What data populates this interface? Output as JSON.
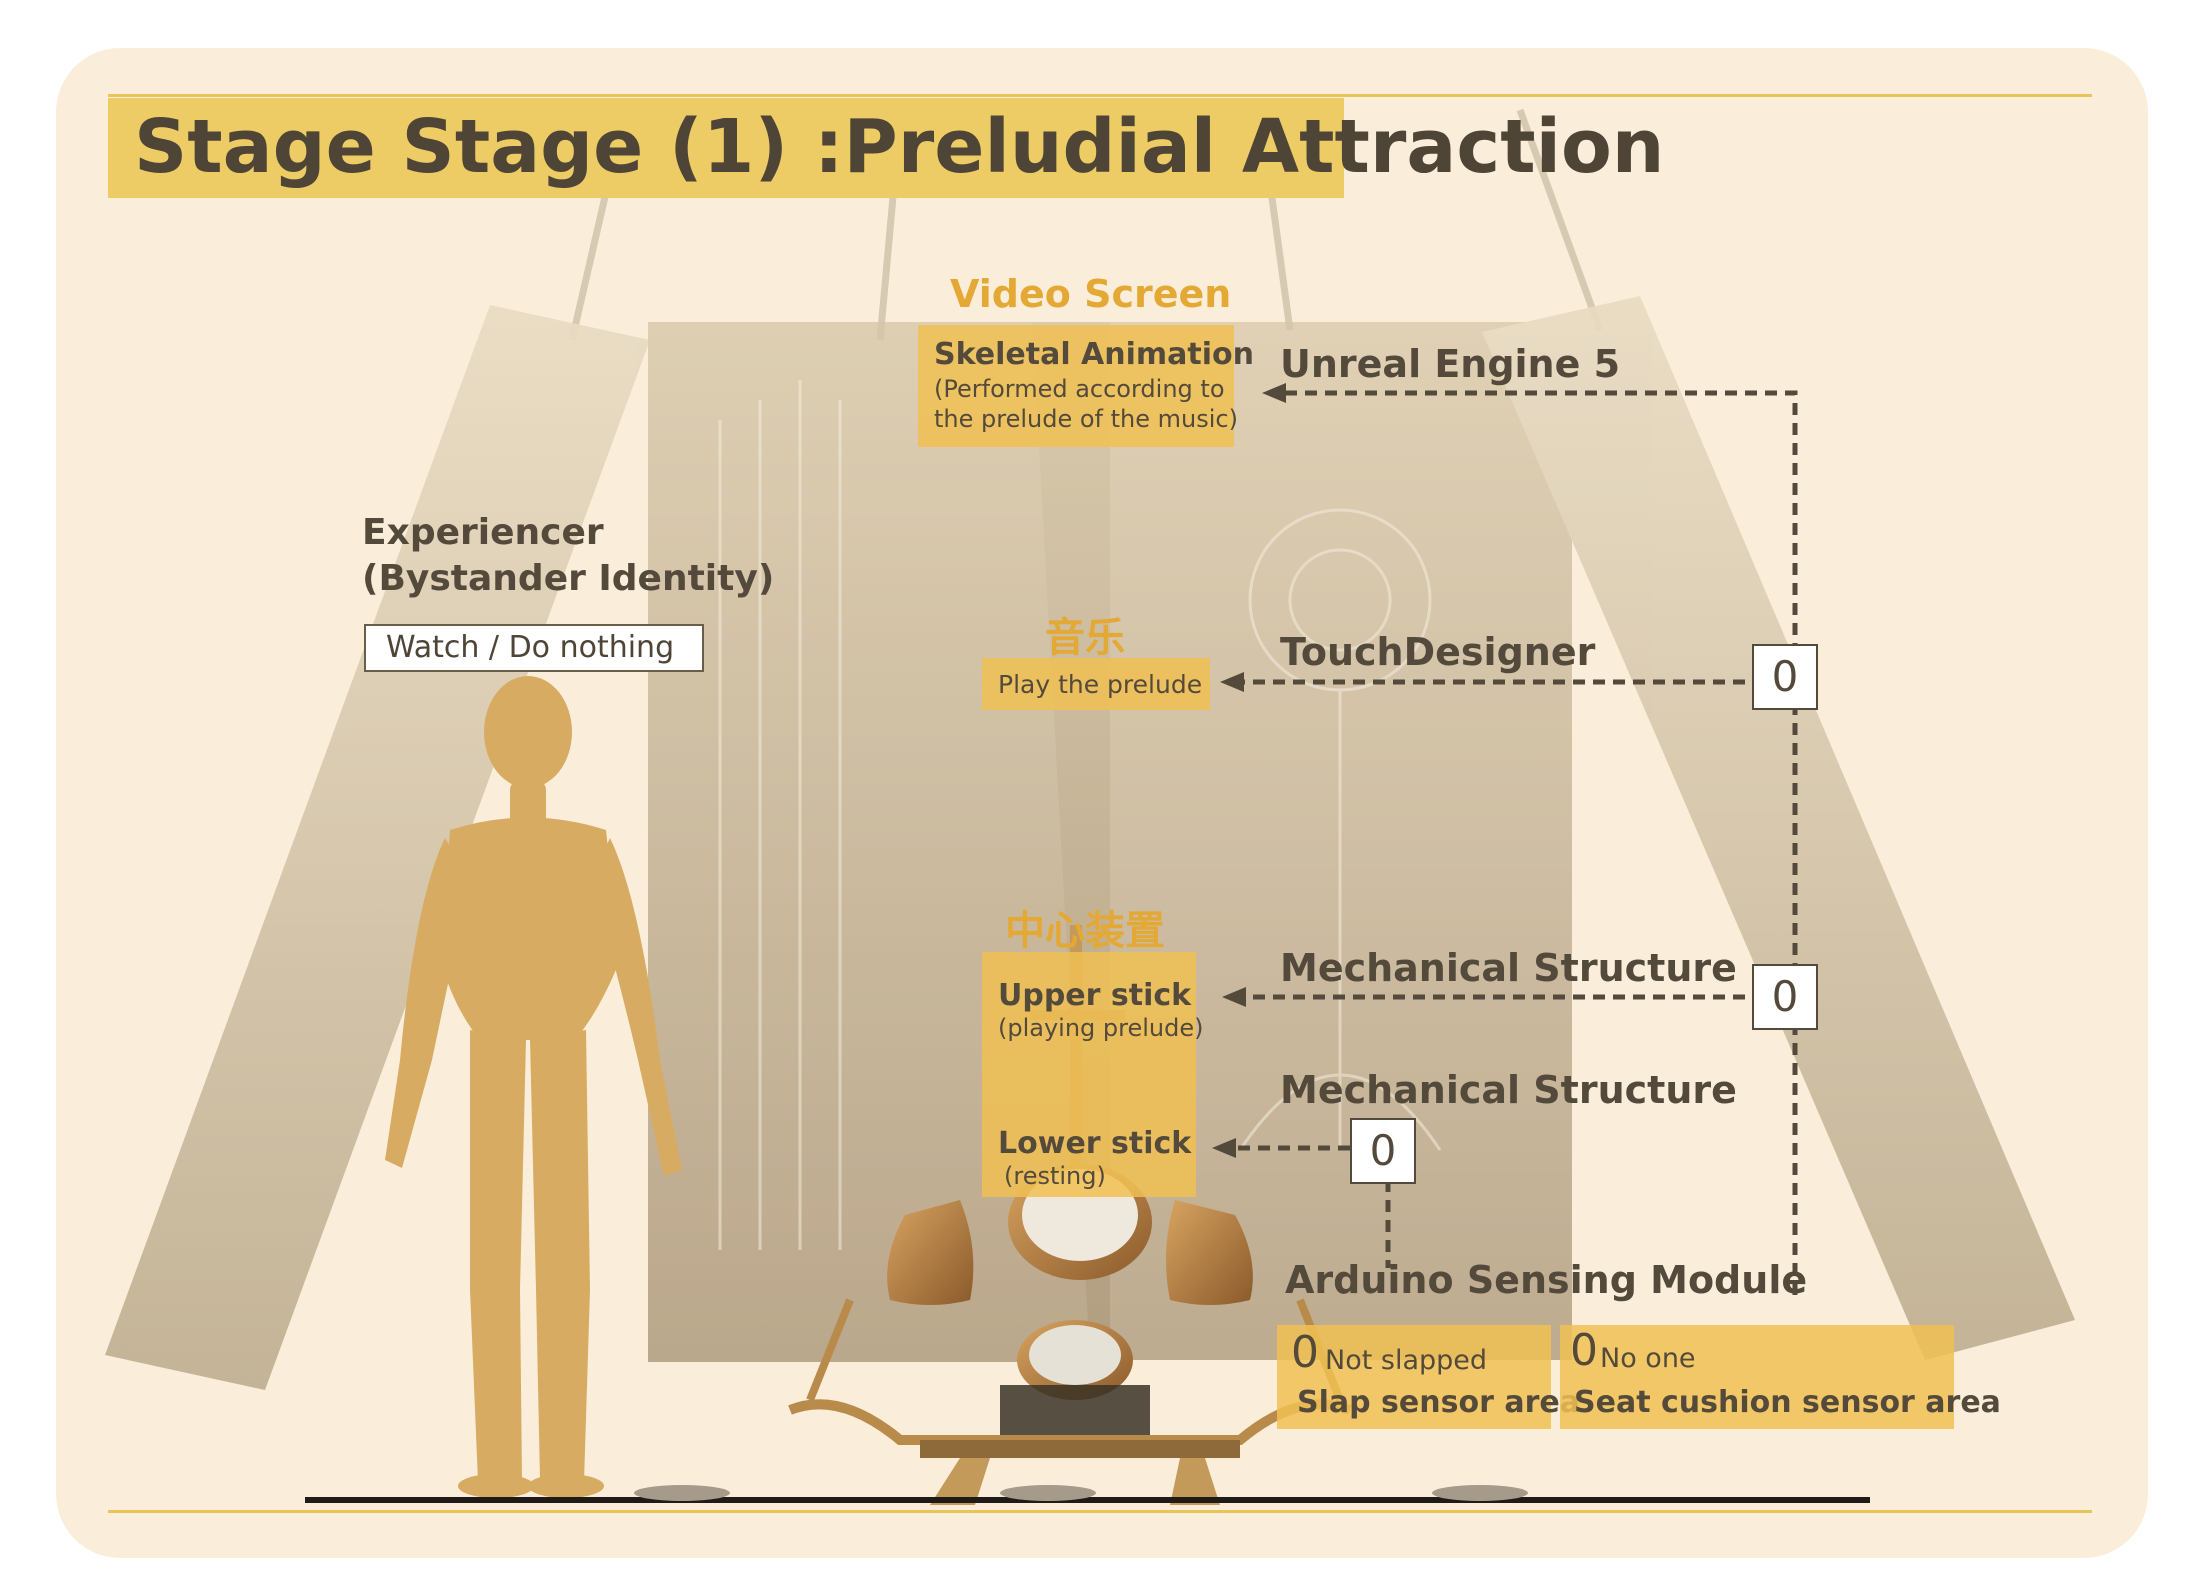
{
  "title": "Stage Stage (1) :Preludial Attraction",
  "video_screen": {
    "heading": "Video Screen",
    "box_title": "Skeletal Animation",
    "box_line1": "(Performed according to",
    "box_line2": "the prelude of the music)"
  },
  "music": {
    "heading": "音乐",
    "box_text": "Play the prelude"
  },
  "center_device": {
    "heading": "中心装置",
    "upper_title": "Upper stick",
    "upper_sub": "(playing prelude)",
    "lower_title": "Lower stick",
    "lower_sub": "(resting)"
  },
  "experiencer": {
    "line1": "Experiencer",
    "line2": "(Bystander Identity)",
    "action": "Watch / Do nothing"
  },
  "systems": {
    "unreal": "Unreal Engine 5",
    "touchdesigner": "TouchDesigner",
    "mechanical_1": "Mechanical Structure",
    "mechanical_2": "Mechanical Structure",
    "arduino": "Arduino Sensing Module"
  },
  "signals": {
    "touchdesigner_value": "0",
    "mechanical_value": "0",
    "lower_value": "0"
  },
  "sensors": {
    "slap": {
      "value": "0",
      "state": "Not slapped",
      "label": "Slap sensor area"
    },
    "seat": {
      "value": "0",
      "state": "No one",
      "label": "Seat cushion sensor area"
    }
  },
  "colors": {
    "background": "#faeedb",
    "accent": "#edcc66",
    "orange_text": "#e4a934",
    "dark_text": "#544a3b"
  }
}
